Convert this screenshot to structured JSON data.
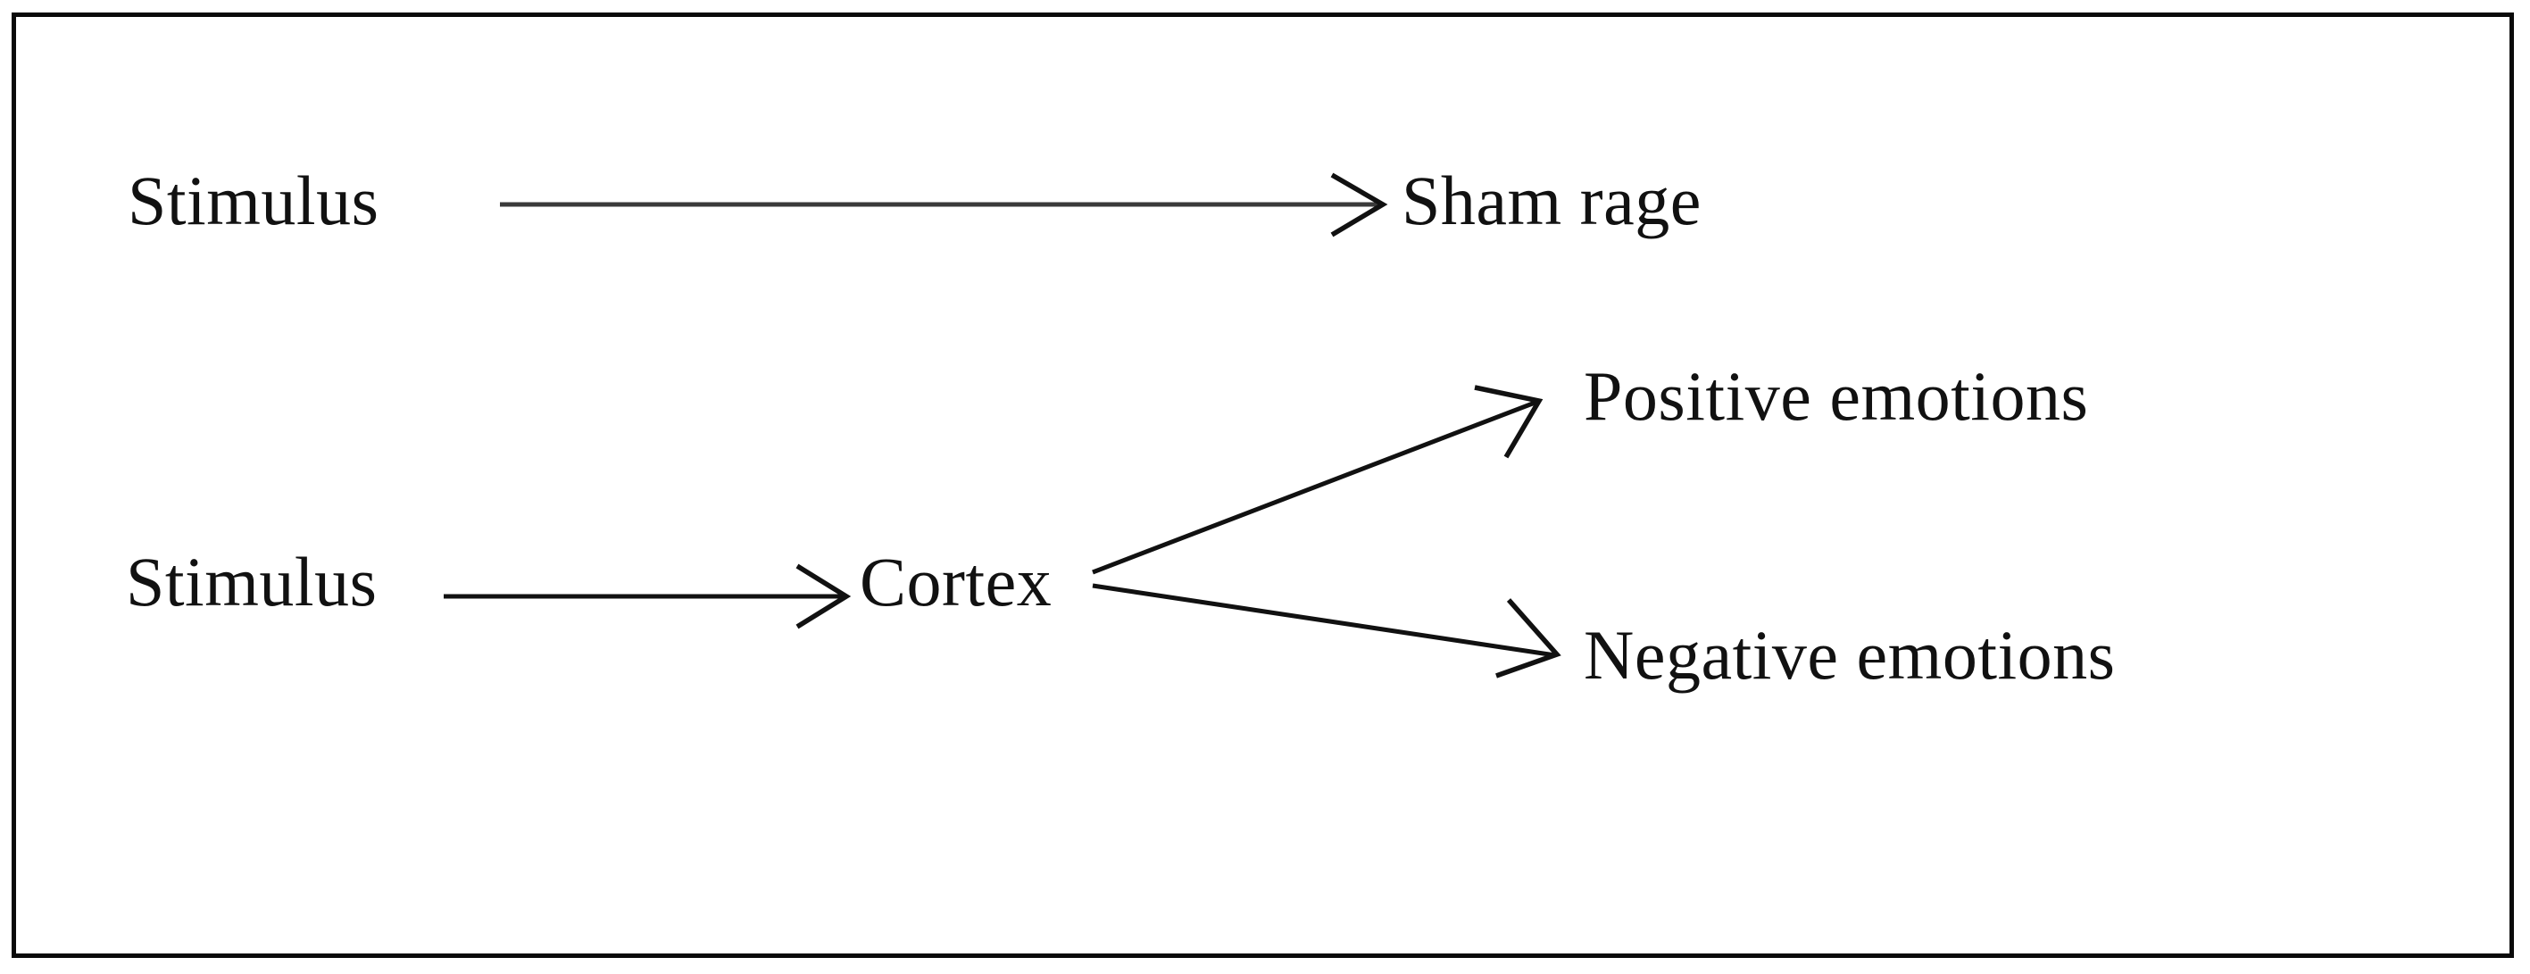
{
  "figure": {
    "title": "Sham rage and cortical emotion pathways diagram",
    "background_color": "#ffffff",
    "ink_color": "#111111",
    "frame_color": "#0a0a0a"
  },
  "nodes": {
    "stimulus_top": "Stimulus",
    "sham_rage": "Sham rage",
    "stimulus_bottom": "Stimulus",
    "cortex": "Cortex",
    "positive_emotions": "Positive emotions",
    "negative_emotions": "Negative emotions"
  },
  "pathways": [
    {
      "name": "stimulus-to-sham-rage",
      "from": "Stimulus",
      "to": "Sham rage",
      "style": "straight-arrow"
    },
    {
      "name": "stimulus-to-cortex",
      "from": "Stimulus",
      "to": "Cortex",
      "style": "straight-arrow"
    },
    {
      "name": "cortex-to-positive-emotions",
      "from": "Cortex",
      "to": "Positive emotions",
      "style": "diagonal-arrow-up"
    },
    {
      "name": "cortex-to-negative-emotions",
      "from": "Cortex",
      "to": "Negative emotions",
      "style": "diagonal-arrow-down"
    }
  ]
}
